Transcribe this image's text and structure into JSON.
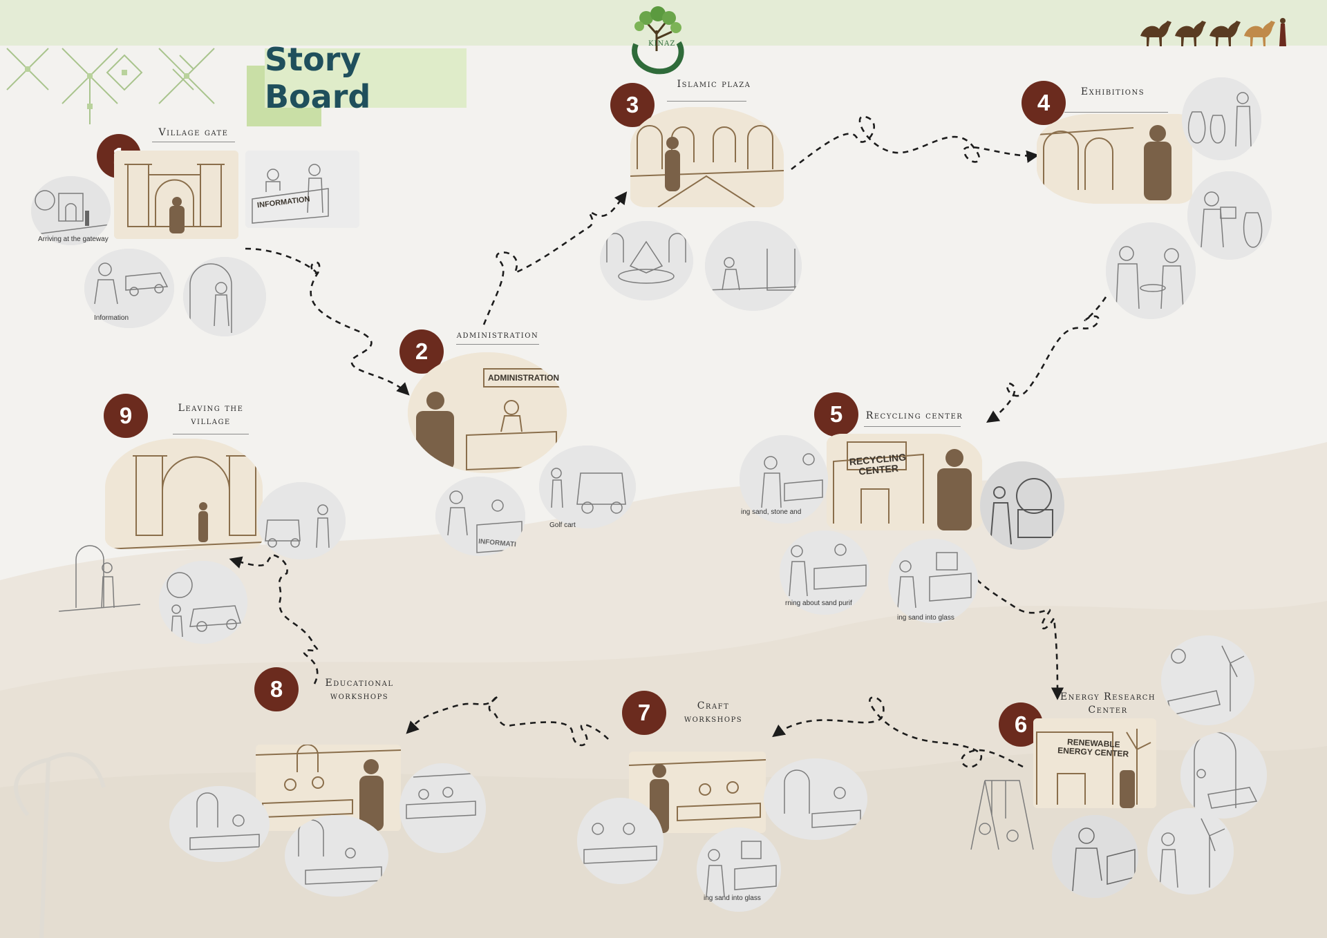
{
  "header": {
    "title": "Story Board",
    "logo_text": "KINAZ"
  },
  "colors": {
    "header_band": "#e4ecd6",
    "title_box": "#dfecc9",
    "title_text": "#1f4f5c",
    "number_badge": "#6b2b1e",
    "sketch_brown": "#8a6e4b",
    "background": "#f3f2ef"
  },
  "icons": {
    "logo": "tree-in-hands-logo",
    "corner": "camel-caravan-icon",
    "ornament": "embroidery-pattern"
  },
  "steps": [
    {
      "number": "1",
      "label": "Village gate",
      "captions": [
        "Arriving at the gateway",
        "INFORMATION",
        "Information"
      ]
    },
    {
      "number": "2",
      "label": "administration",
      "captions": [
        "ADMINISTRATION",
        "INFORMATI",
        "Golf cart"
      ]
    },
    {
      "number": "3",
      "label": "Islamic plaza",
      "captions": []
    },
    {
      "number": "4",
      "label": "Exhibitions",
      "captions": []
    },
    {
      "number": "5",
      "label": "Recycling center",
      "captions": [
        "RECYCLING CENTER",
        "ing sand, stone and",
        "rning about sand purif",
        "ing sand into glass"
      ]
    },
    {
      "number": "6",
      "label": "Energy Research Center",
      "captions": [
        "RENEWABLE ENERGY CENTER"
      ]
    },
    {
      "number": "7",
      "label": "Craft workshops",
      "captions": [
        "ing sand into glass"
      ]
    },
    {
      "number": "8",
      "label": "Educational workshops",
      "captions": []
    },
    {
      "number": "9",
      "label": "Leaving the village",
      "captions": []
    }
  ]
}
